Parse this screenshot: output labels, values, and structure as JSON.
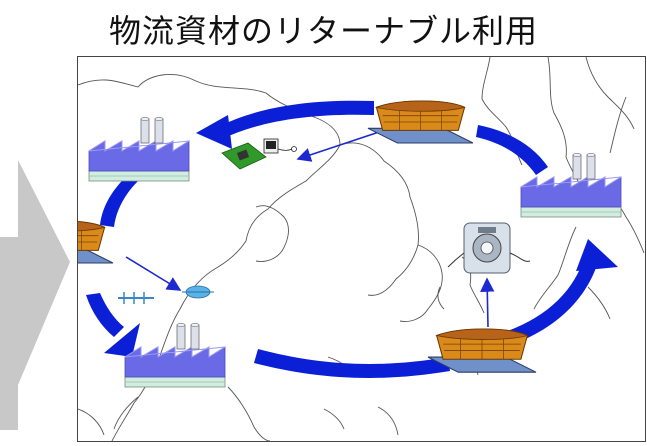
{
  "title": "物流資材のリターナブル利用",
  "colors": {
    "cycle_arrow": "#0b1fd6",
    "factory_body": "#6b6ae6",
    "factory_roof": "#8c8cf0",
    "factory_base": "#cfeee0",
    "chimney": "#dde0e8",
    "container_wood": "#d98a1a",
    "container_top": "#c9741a",
    "container_base": "#6f90c9",
    "gray_arrow": "#c8c8c8",
    "map_line": "#555555"
  },
  "nodes": [
    {
      "name": "factory",
      "icon": "factory-icon"
    },
    {
      "name": "factory",
      "icon": "factory-icon"
    },
    {
      "name": "factory",
      "icon": "factory-icon"
    },
    {
      "name": "returnable-container",
      "icon": "pallet-box-icon"
    },
    {
      "name": "returnable-container",
      "icon": "pallet-box-icon"
    },
    {
      "name": "returnable-container",
      "icon": "pallet-box-icon"
    },
    {
      "name": "circuit-board",
      "icon": "circuit-board-icon"
    },
    {
      "name": "electronic-parts",
      "icon": "electronic-parts-icon"
    },
    {
      "name": "machine-unit",
      "icon": "machine-unit-icon"
    }
  ]
}
